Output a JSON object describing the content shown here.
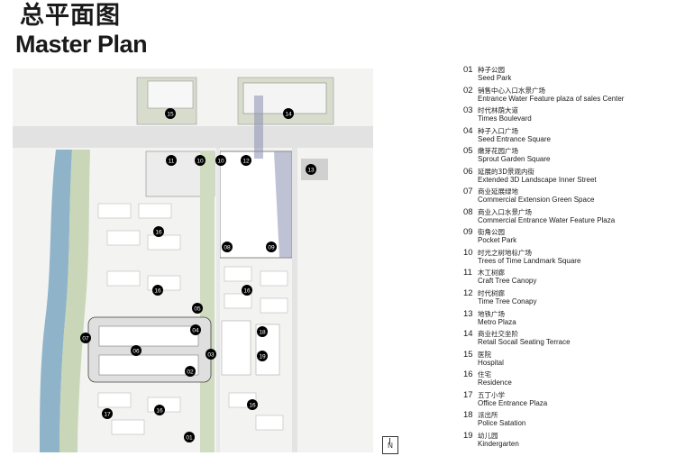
{
  "header": {
    "title_zh": "总平面图",
    "title_en": "Master Plan"
  },
  "north_label": "N",
  "legend": [
    {
      "num": "01",
      "zh": "种子公园",
      "en": "Seed Park"
    },
    {
      "num": "02",
      "zh": "销售中心入口水景广场",
      "en": "Entrance Water Feature plaza of sales Center"
    },
    {
      "num": "03",
      "zh": "时代林荫大道",
      "en": "Times Boulevard"
    },
    {
      "num": "04",
      "zh": "种子入口广场",
      "en": "Seed Entrance Square"
    },
    {
      "num": "05",
      "zh": "嫩芽花园广场",
      "en": "Sprout Garden Square"
    },
    {
      "num": "06",
      "zh": "延展的3D景观内街",
      "en": "Extended 3D Landscape Inner Street"
    },
    {
      "num": "07",
      "zh": "商业延展绿地",
      "en": "Commercial Extension Green Space"
    },
    {
      "num": "08",
      "zh": "商业入口水景广场",
      "en": "Commercial Entrance Water Feature Plaza"
    },
    {
      "num": "09",
      "zh": "街角公园",
      "en": "Pocket Park"
    },
    {
      "num": "10",
      "zh": "时光之树地标广场",
      "en": "Trees of Time Landmark Square"
    },
    {
      "num": "11",
      "zh": "木工树廊",
      "en": "Craft Tree Canopy"
    },
    {
      "num": "12",
      "zh": "时代树廊",
      "en": "Time Tree Conapy"
    },
    {
      "num": "13",
      "zh": "地铁广场",
      "en": "Metro Plaza"
    },
    {
      "num": "14",
      "zh": "商业社交坐阶",
      "en": "Retail Socail Seating Terrace"
    },
    {
      "num": "15",
      "zh": "医院",
      "en": "Hospital"
    },
    {
      "num": "16",
      "zh": "住宅",
      "en": "Residence"
    },
    {
      "num": "17",
      "zh": "五丁小学",
      "en": "Office Entrance Plaza"
    },
    {
      "num": "18",
      "zh": "派出所",
      "en": "Police Satation"
    },
    {
      "num": "19",
      "zh": "幼儿园",
      "en": "Kindergarten"
    }
  ],
  "markers": [
    "15",
    "14",
    "11",
    "10",
    "10",
    "12",
    "13",
    "16",
    "08",
    "09",
    "16",
    "16",
    "05",
    "07",
    "06",
    "04",
    "03",
    "02",
    "18",
    "19",
    "17",
    "16",
    "16",
    "01"
  ]
}
